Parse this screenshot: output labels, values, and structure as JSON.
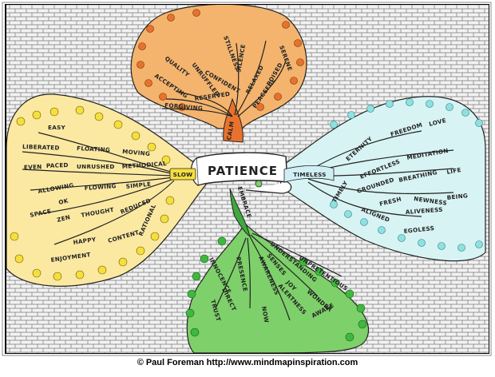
{
  "central": {
    "title": "PATIENCE"
  },
  "branches": {
    "calm": {
      "label": "CALM",
      "words": [
        "UNRUFFLED",
        "CONFIDENT",
        "QUALITY",
        "ACCEPTING",
        "RESERVED",
        "FORGIVING",
        "STILLNESS",
        "SILENCE",
        "RELAXED",
        "PEACEFUL",
        "SERENE",
        "POISED"
      ]
    },
    "slow": {
      "label": "SLOW",
      "words": [
        "EASY",
        "LIBERATED",
        "FLOATING",
        "MOVING",
        "EVEN",
        "PACED",
        "UNRUSHED",
        "METHODICAL",
        "ALLOWING",
        "FLOWING",
        "SIMPLE",
        "SPACE",
        "OK",
        "ZEN",
        "THOUGHT",
        "REDUCED",
        "HAPPY",
        "CONTENT",
        "RATIONAL",
        "ENJOYMENT"
      ]
    },
    "timeless": {
      "label": "TIMELESS",
      "words": [
        "ETERNITY",
        "FREEDOM",
        "LOVE",
        "EFFORTLESS",
        "MEDITATION",
        "GROUNDED",
        "BREATHING",
        "LIFE",
        "TIMELY",
        "FRESH",
        "NEWNESS",
        "BEING",
        "ALIVENESS",
        "ALIGNED",
        "EGOLESS"
      ]
    },
    "embrace": {
      "label": "EMBRACE",
      "words": [
        "INNOCENCE",
        "PRESENCE",
        "DIRECT",
        "TRUST",
        "AWARENESS",
        "NOW",
        "UNDERSTANDING",
        "UNPRETENTIOUS",
        "SENSES",
        "JOY",
        "WONDER",
        "ALERTNESS",
        "AWAKE"
      ]
    }
  },
  "footer": {
    "credit": "© Paul Foreman http://www.mindmapinspiration.com"
  },
  "colors": {
    "calm": "#f4b46e",
    "slow": "#fbe9a2",
    "timeless": "#d8f3f3",
    "embrace": "#7ed06a",
    "calm_stem": "#e8722d",
    "embrace_stem": "#3fa83f",
    "background": "#e9e9e9"
  }
}
